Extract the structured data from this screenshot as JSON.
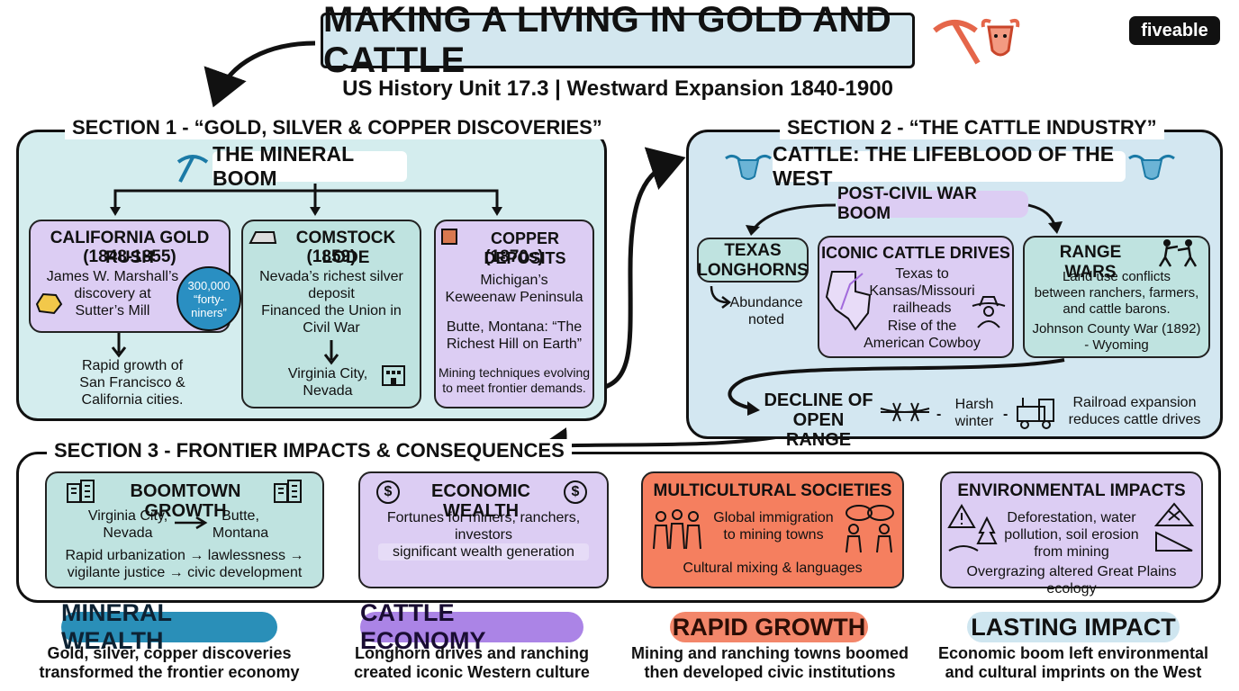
{
  "header": {
    "title": "MAKING A LIVING IN GOLD AND CATTLE",
    "subtitle": "US History Unit 17.3 | Westward Expansion 1840-1900",
    "logo": "fiveable"
  },
  "section1": {
    "label": "SECTION 1 - “GOLD, SILVER & COPPER DISCOVERIES”",
    "topic": "THE MINERAL BOOM",
    "gold_rush": {
      "title": "CALIFORNIA GOLD RUSH",
      "years": "(1848-1855)",
      "text": [
        "James W. Marshall’s",
        "discovery at",
        "Sutter’s Mill"
      ],
      "badge": [
        "300,000",
        "“forty-",
        "niners”"
      ],
      "outcome": [
        "Rapid growth of",
        "San Francisco &",
        "California cities."
      ]
    },
    "comstock": {
      "title": "COMSTOCK LODE",
      "years": "(1859)",
      "text": [
        "Nevada’s richest silver",
        "deposit",
        "Financed the Union in",
        "Civil War"
      ],
      "outcome": [
        "Virginia City,",
        "Nevada"
      ]
    },
    "copper": {
      "title": "COPPER DEPOSITS",
      "years": "(1870s)",
      "text1": [
        "Michigan’s",
        "Keweenaw Peninsula"
      ],
      "text2": [
        "Butte, Montana: “The",
        "Richest Hill on Earth”"
      ],
      "text3": [
        "Mining techniques evolving",
        "to meet frontier demands."
      ]
    }
  },
  "section2": {
    "label": "SECTION 2 - “THE CATTLE INDUSTRY”",
    "topic": "CATTLE: THE LIFEBLOOD OF THE WEST",
    "boom": "POST-CIVIL WAR BOOM",
    "longhorns": {
      "title": [
        "TEXAS",
        "LONGHORNS"
      ],
      "note": [
        "Abundance",
        "noted"
      ]
    },
    "drives": {
      "title": "ICONIC CATTLE DRIVES",
      "text": [
        "Texas to",
        "Kansas/Missouri",
        "railheads",
        "Rise of the",
        "American Cowboy"
      ]
    },
    "range_wars": {
      "title": "RANGE WARS",
      "text": [
        "Land use conflicts",
        "between ranchers, farmers,",
        "and cattle barons.",
        "Johnson County War (1892)",
        "- Wyoming"
      ]
    },
    "decline": {
      "title": [
        "DECLINE OF",
        "OPEN RANGE"
      ],
      "winter": [
        "Harsh",
        "winter"
      ],
      "railroad": [
        "Railroad expansion",
        "reduces cattle drives"
      ]
    }
  },
  "section3": {
    "label": "SECTION 3 - FRONTIER IMPACTS & CONSEQUENCES",
    "boomtown": {
      "title": "BOOMTOWN GROWTH",
      "from": [
        "Virginia City,",
        "Nevada"
      ],
      "to": [
        "Butte,",
        "Montana"
      ],
      "text": [
        "Rapid urbanization → lawlessness →",
        "vigilante justice → civic development"
      ]
    },
    "wealth": {
      "title": "ECONOMIC WEALTH",
      "text": [
        "Fortunes for miners, ranchers,",
        "investors"
      ],
      "text2": "significant wealth generation"
    },
    "multicultural": {
      "title": "MULTICULTURAL SOCIETIES",
      "text": [
        "Global immigration",
        "to mining towns"
      ],
      "text2": "Cultural mixing & languages"
    },
    "environment": {
      "title": "ENVIRONMENTAL IMPACTS",
      "text": [
        "Deforestation, water",
        "pollution, soil erosion",
        "from mining"
      ],
      "text2": "Overgrazing altered Great Plains ecology"
    }
  },
  "takeaways": [
    {
      "title": "MINERAL WEALTH",
      "text": [
        "Gold, silver, copper discoveries",
        "transformed the frontier economy"
      ],
      "color": "#2a8fb8"
    },
    {
      "title": "CATTLE ECONOMY",
      "text": [
        "Longhorn drives and ranching",
        "created iconic Western culture"
      ],
      "color": "#ab84e6"
    },
    {
      "title": "RAPID GROWTH",
      "text": [
        "Mining and ranching towns boomed",
        "then developed civic institutions"
      ],
      "color": "#f3866a"
    },
    {
      "title": "LASTING IMPACT",
      "text": [
        "Economic boom left environmental",
        "and cultural imprints on the West"
      ],
      "color": "#cfe6f0"
    }
  ]
}
